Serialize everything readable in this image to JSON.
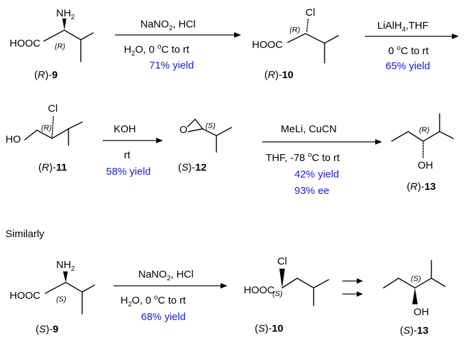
{
  "labels": {
    "c9r": [
      "(",
      "R",
      ")-",
      "9"
    ],
    "c10r": [
      "(",
      "R",
      ")-",
      "10"
    ],
    "c11r": [
      "(",
      "R",
      ")-",
      "11"
    ],
    "c12s": [
      "(",
      "S",
      ")-",
      "12"
    ],
    "c13r": [
      "(",
      "R",
      ")-",
      "13"
    ],
    "c9s": [
      "(",
      "S",
      ")-",
      "9"
    ],
    "c10s": [
      "(",
      "S",
      ")-",
      "10"
    ],
    "c13s": [
      "(",
      "S",
      ")-",
      "13"
    ]
  },
  "atoms": {
    "nh2": [
      "NH",
      "2"
    ],
    "hooc": "HOOC",
    "cl": "Cl",
    "ho": "HO",
    "o": "O",
    "oh": "OH",
    "r": "(R)",
    "s": "(S)"
  },
  "steps": {
    "s1": {
      "top": [
        "NaNO",
        "2",
        ", HCl"
      ],
      "mid": [
        "H",
        "2",
        "O, 0 ",
        "o",
        "C to rt"
      ],
      "yield": "71% yield"
    },
    "s2": {
      "top": [
        "LiAlH",
        "4",
        ",THF"
      ],
      "mid": [
        "0 ",
        "o",
        "C to rt"
      ],
      "yield": "65% yield"
    },
    "s3": {
      "top": "KOH",
      "mid": "rt",
      "yield": "58% yield"
    },
    "s4": {
      "top": "MeLi, CuCN",
      "mid": [
        "THF, -78 ",
        "o",
        "C to rt"
      ],
      "yield": "42% yield",
      "ee": "93% ee"
    },
    "s5": {
      "top": [
        "NaNO",
        "2",
        ", HCl"
      ],
      "mid": [
        "H",
        "2",
        "O, 0 ",
        "o",
        "C to rt"
      ],
      "yield": "68% yield"
    }
  },
  "similarly": "Similarly",
  "colors": {
    "yield": "#1a1ad6",
    "ink": "#000000"
  }
}
